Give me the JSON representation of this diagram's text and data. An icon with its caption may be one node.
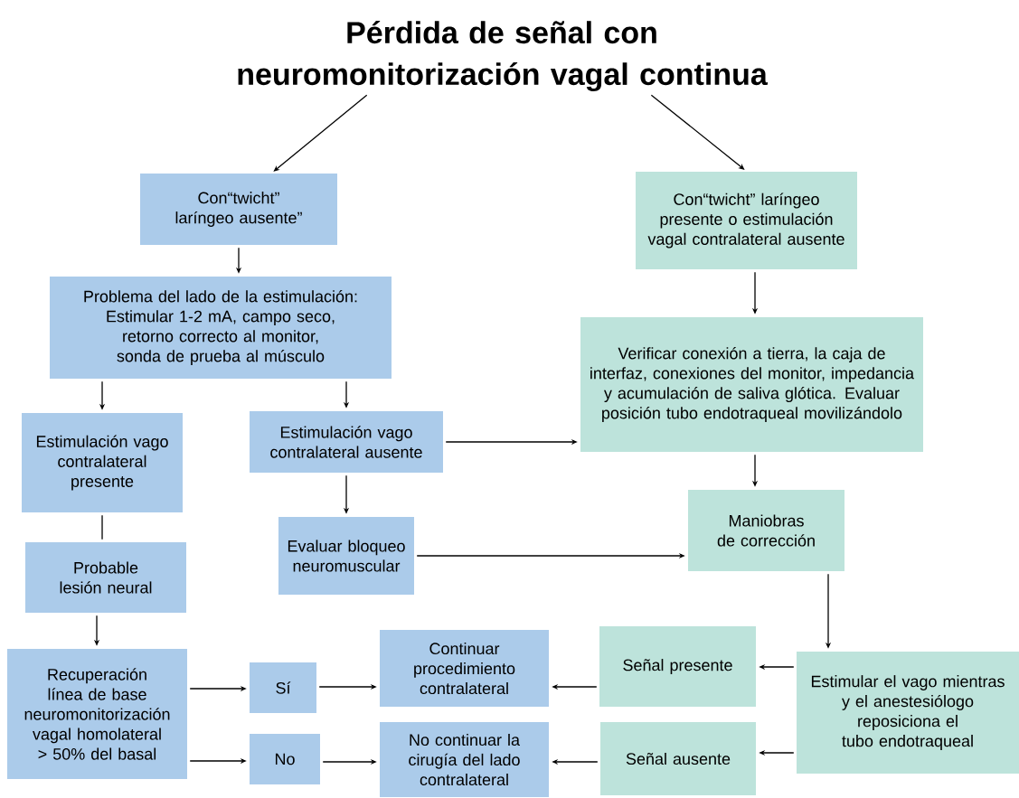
{
  "diagram": {
    "nodes": [
      {
        "text": [
          "Pérdida de señal con neuromonitorización vagal continua"
        ]
      },
      {
        "text": [
          "Con“twicht” laríngeo ausente”"
        ]
      },
      {
        "text": [
          "Con“twicht” laríngeo presente o estimulación vagal contralateral ausente"
        ]
      },
      {
        "text": [
          "Problema del lado de la estimulación: Estimular 1-2 mA, campo seco, retorno correcto al monitor, sonda de prueba al músculo"
        ]
      },
      {
        "text": [
          "Estimulación vago contralateral presente"
        ]
      },
      {
        "text": [
          "Estimulación vago contralateral ausente"
        ]
      },
      {
        "text": [
          "Verificar conexión a tierra, la caja de interfaz, conexiones del monitor, impedancia y acumulación de saliva glótica. Evaluar posición tubo endotraqueal movilizándolo"
        ]
      },
      {
        "text": [
          "Probable lesión neural"
        ]
      },
      {
        "text": [
          "Evaluar bloqueo neuromuscular"
        ]
      },
      {
        "text": [
          "Maniobras de corrección"
        ]
      },
      {
        "text": [
          "Recuperación línea de base neuromonitorización vagal homolateral > 50% del basal"
        ]
      },
      {
        "text": [
          "Sí"
        ]
      },
      {
        "text": [
          "Continuar procedimiento contralateral"
        ]
      },
      {
        "text": [
          "Señal presente"
        ]
      },
      {
        "text": [
          "Estimular el vago mientras y el anestesiólogo reposiciona el tubo endotraqueal"
        ]
      },
      {
        "text": [
          "No"
        ]
      },
      {
        "text": [
          "No continuar la cirugía del lado contralateral"
        ]
      },
      {
        "text": [
          "Señal ausente"
        ]
      }
    ],
    "edges": [
      {
        "from": 0,
        "to": 1,
        "arrow": "to"
      },
      {
        "from": 0,
        "to": 2,
        "arrow": "to"
      },
      {
        "from": 1,
        "to": 3,
        "arrow": "to"
      },
      {
        "from": 3,
        "to": 4,
        "arrow": "to"
      },
      {
        "from": 3,
        "to": 5,
        "arrow": "to"
      },
      {
        "from": 2,
        "to": 6,
        "arrow": "to"
      },
      {
        "from": 5,
        "to": 6,
        "arrow": "to"
      },
      {
        "from": 4,
        "to": 7,
        "arrow": "none"
      },
      {
        "from": 5,
        "to": 8,
        "arrow": "to"
      },
      {
        "from": 8,
        "to": 9,
        "arrow": "to"
      },
      {
        "from": 6,
        "to": 9,
        "arrow": "to"
      },
      {
        "from": 7,
        "to": 10,
        "arrow": "to"
      },
      {
        "from": 9,
        "to": 14,
        "arrow": "to"
      },
      {
        "from": 14,
        "to": 13,
        "arrow": "to"
      },
      {
        "from": 14,
        "to": 17,
        "arrow": "to"
      },
      {
        "from": 13,
        "to": 12,
        "arrow": "to"
      },
      {
        "from": 17,
        "to": 16,
        "arrow": "to"
      },
      {
        "from": 10,
        "to": 11,
        "arrow": "to"
      },
      {
        "from": 11,
        "to": 12,
        "arrow": "to"
      },
      {
        "from": 10,
        "to": 15,
        "arrow": "to"
      },
      {
        "from": 15,
        "to": 16,
        "arrow": "to"
      }
    ]
  }
}
